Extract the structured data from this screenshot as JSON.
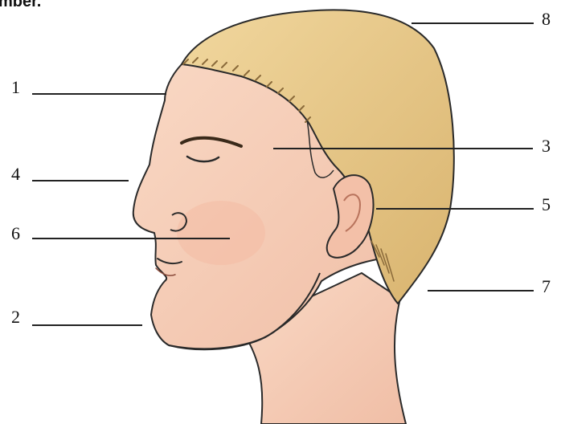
{
  "heading_fragment": "mber.",
  "labels": {
    "l1": "1",
    "l2": "2",
    "l3": "3",
    "l4": "4",
    "l5": "5",
    "l6": "6",
    "l7": "7",
    "l8": "8"
  },
  "colors": {
    "skin": "#f6cdb6",
    "skin_shadow": "#eab199",
    "hair": "#e6c484",
    "hair_shadow": "#c99e58",
    "outline": "#2a2a2a"
  }
}
